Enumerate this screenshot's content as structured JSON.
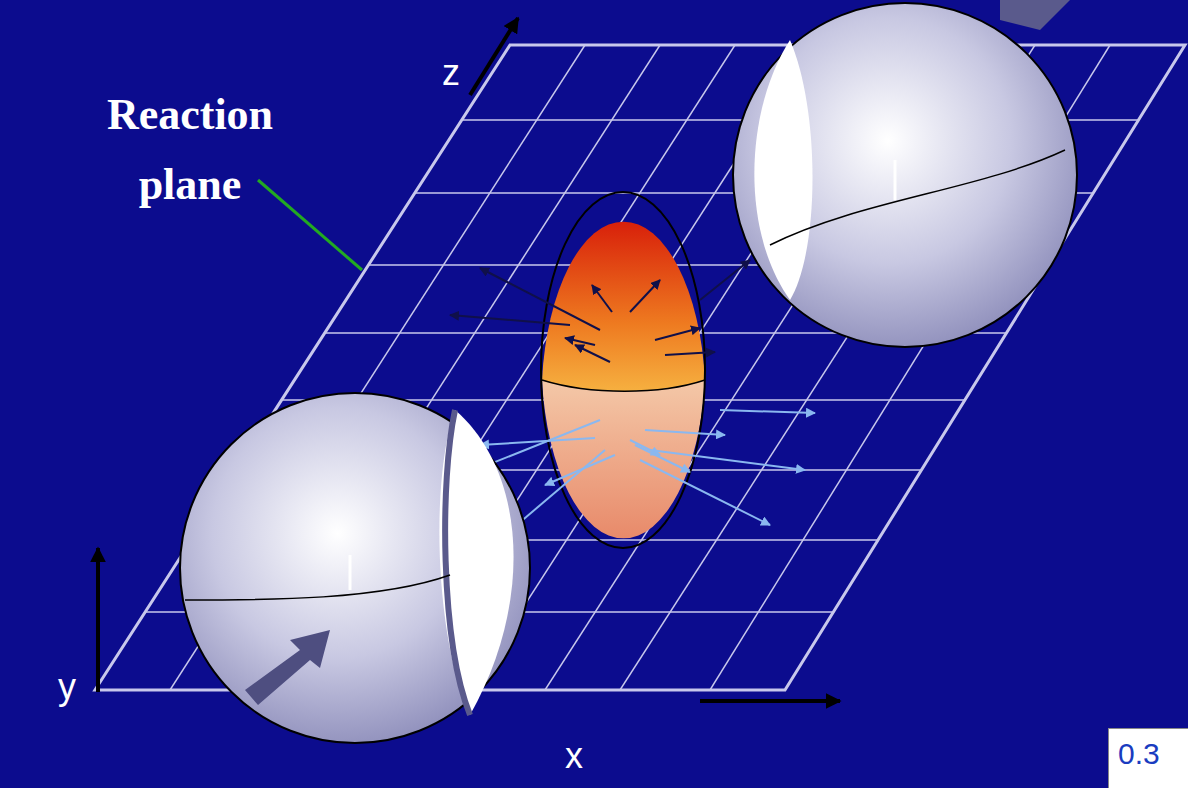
{
  "diagram": {
    "labels": [
      "Reaction plane",
      "z",
      "y",
      "x",
      "0.3"
    ]
  }
}
